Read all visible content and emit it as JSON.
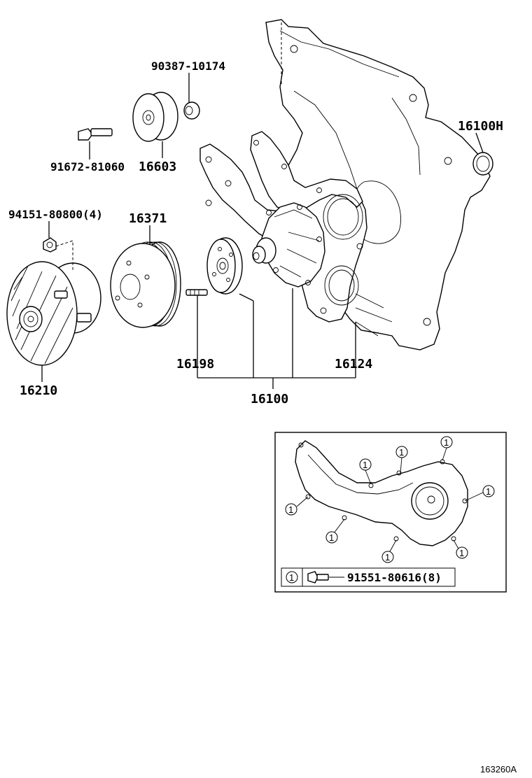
{
  "callouts": {
    "p90387": "90387-10174",
    "p16100h": "16100H",
    "p91672": "91672-81060",
    "p16603": "16603",
    "p94151": "94151-80800(4)",
    "p16371": "16371",
    "p16198": "16198",
    "p16124": "16124",
    "p16210": "16210",
    "p16100": "16100"
  },
  "inset": {
    "marker": "1",
    "legend_marker": "1",
    "legend_part": "91551-80616(8)"
  },
  "ref_code": "163260A"
}
